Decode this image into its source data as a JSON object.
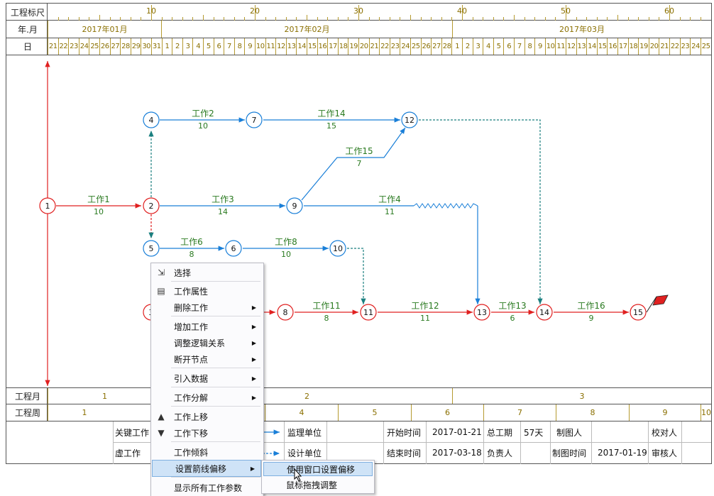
{
  "header": {
    "row_labels": {
      "scale": "工程标尺",
      "month": "年.月",
      "day": "日"
    },
    "scale_ticks": [
      "10",
      "20",
      "30",
      "40",
      "50",
      "60"
    ],
    "months": [
      "2017年01月",
      "2017年02月",
      "2017年03月"
    ],
    "days_jan": [
      "21",
      "22",
      "23",
      "24",
      "25",
      "26",
      "27",
      "28",
      "29",
      "30",
      "31"
    ],
    "days_feb": [
      "1",
      "2",
      "3",
      "4",
      "5",
      "6",
      "7",
      "8",
      "9",
      "10",
      "11",
      "12",
      "13",
      "14",
      "15",
      "16",
      "17",
      "18",
      "19",
      "20",
      "21",
      "22",
      "23",
      "24",
      "25",
      "26",
      "27",
      "28"
    ],
    "days_mar": [
      "1",
      "2",
      "3",
      "4",
      "5",
      "6",
      "7",
      "8",
      "9",
      "10",
      "11",
      "12",
      "13",
      "14",
      "15",
      "16",
      "17",
      "18",
      "19",
      "20",
      "21",
      "22",
      "23",
      "24",
      "25"
    ]
  },
  "network": {
    "nodes": [
      "1",
      "2",
      "3",
      "4",
      "5",
      "6",
      "7",
      "8",
      "9",
      "10",
      "11",
      "12",
      "13",
      "14",
      "15"
    ],
    "tasks": [
      {
        "name": "工作1",
        "dur": "10"
      },
      {
        "name": "工作2",
        "dur": "10"
      },
      {
        "name": "工作14",
        "dur": "15"
      },
      {
        "name": "工作15",
        "dur": "7"
      },
      {
        "name": "工作3",
        "dur": "14"
      },
      {
        "name": "工作4",
        "dur": "11"
      },
      {
        "name": "工作6",
        "dur": "8"
      },
      {
        "name": "工作8",
        "dur": "10"
      },
      {
        "name": "工作11",
        "dur": "8"
      },
      {
        "name": "工作12",
        "dur": "11"
      },
      {
        "name": "工作13",
        "dur": "6"
      },
      {
        "name": "工作16",
        "dur": "9"
      }
    ],
    "colors": {
      "critical": "#e02020",
      "normal": "#1a7fd8",
      "dashed": "#1a7f7f",
      "label": "#2a7a20",
      "ruler": "#b59a30"
    }
  },
  "footer": {
    "project_month_label": "工程月",
    "project_week_label": "工程周",
    "project_months": [
      "1",
      "2",
      "3"
    ],
    "project_weeks": [
      "1",
      "4",
      "5",
      "6",
      "7",
      "8",
      "9",
      "10"
    ],
    "legend": {
      "critical": "关键工作",
      "virtual": "虚工作"
    },
    "fields": {
      "supervisor_label": "监理单位",
      "designer_label": "设计单位",
      "start_label": "开始时间",
      "start_value": "2017-01-21",
      "end_label": "结束时间",
      "end_value": "2017-03-18",
      "duration_label": "总工期",
      "duration_value": "57天",
      "owner_label": "负责人",
      "drawer_label": "制图人",
      "draw_time_label": "制图时间",
      "draw_time_value": "2017-01-19",
      "checker_label": "校对人",
      "reviewer_label": "审核人"
    }
  },
  "context_menu": {
    "items": [
      {
        "label": "选择",
        "icon": "select-icon",
        "submenu": false
      },
      {
        "label": "工作属性",
        "icon": "properties-icon",
        "submenu": false
      },
      {
        "label": "删除工作",
        "icon": "",
        "submenu": true
      },
      {
        "label": "增加工作",
        "icon": "",
        "submenu": true
      },
      {
        "label": "调整逻辑关系",
        "icon": "",
        "submenu": true
      },
      {
        "label": "断开节点",
        "icon": "",
        "submenu": true
      },
      {
        "label": "引入数据",
        "icon": "",
        "submenu": true
      },
      {
        "label": "工作分解",
        "icon": "",
        "submenu": true
      },
      {
        "label": "工作上移",
        "icon": "move-up-icon",
        "submenu": false
      },
      {
        "label": "工作下移",
        "icon": "move-down-icon",
        "submenu": false
      },
      {
        "label": "工作倾斜",
        "icon": "",
        "submenu": false
      },
      {
        "label": "设置箭线偏移",
        "icon": "",
        "submenu": true
      },
      {
        "label": "显示所有工作参数",
        "icon": "",
        "submenu": false
      }
    ],
    "submenu": [
      "使用窗口设置偏移",
      "鼠标拖拽调整"
    ]
  }
}
